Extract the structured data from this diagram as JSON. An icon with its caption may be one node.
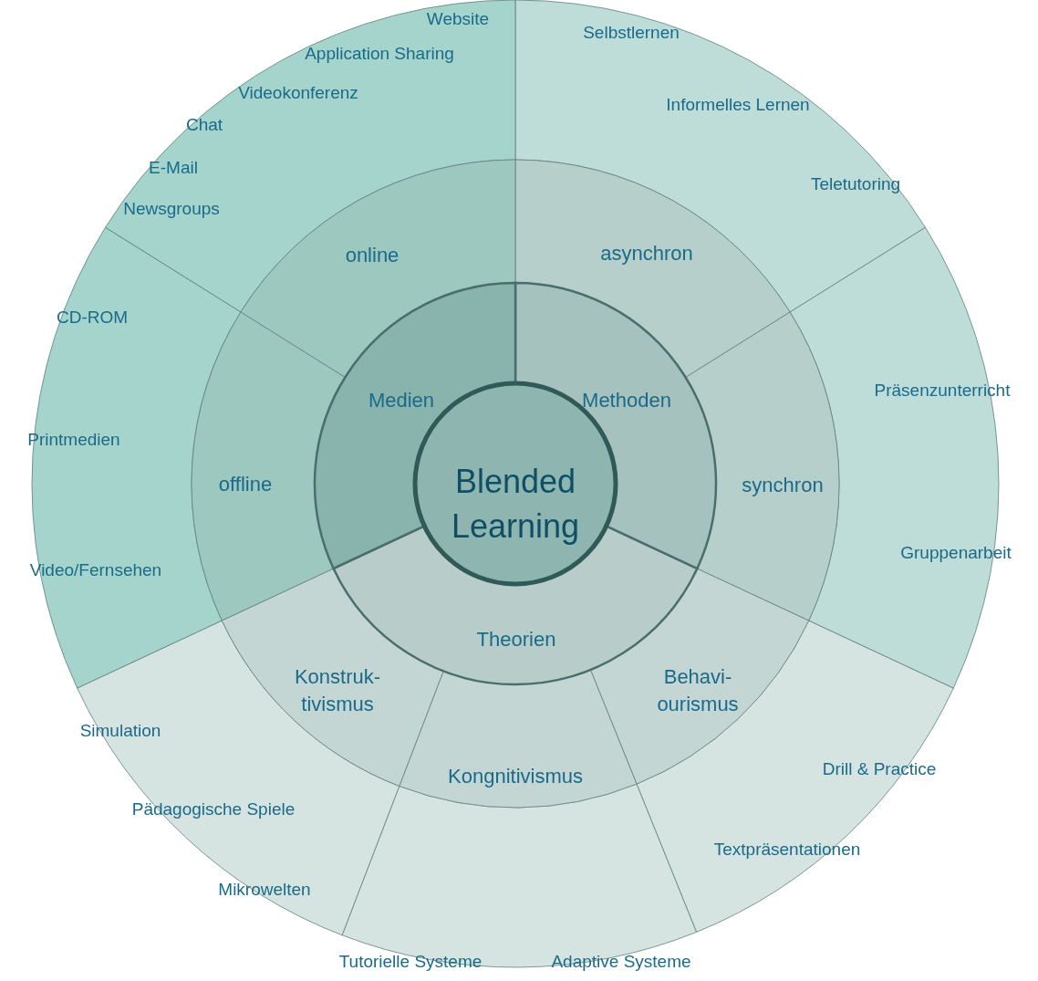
{
  "diagram": {
    "nodes": [
      {
        "text": [
          "Blended Learning"
        ]
      },
      {
        "text": [
          "Medien"
        ]
      },
      {
        "text": [
          "Methoden"
        ]
      },
      {
        "text": [
          "Theorien"
        ]
      },
      {
        "text": [
          "online"
        ]
      },
      {
        "text": [
          "offline"
        ]
      },
      {
        "text": [
          "asynchron"
        ]
      },
      {
        "text": [
          "synchron"
        ]
      },
      {
        "text": [
          "Konstruk- tivismus"
        ]
      },
      {
        "text": [
          "Kongnitivismus"
        ]
      },
      {
        "text": [
          "Behavi- ourismus"
        ]
      },
      {
        "text": [
          "Website",
          "Application Sharing",
          "Videokonferenz",
          "Chat",
          "E-Mail",
          "Newsgroups"
        ]
      },
      {
        "text": [
          "CD-ROM",
          "Printmedien",
          "Video/Fernsehen"
        ]
      },
      {
        "text": [
          "Selbstlernen",
          "Informelles Lernen",
          "Teletutoring"
        ]
      },
      {
        "text": [
          "Präsenzunterricht",
          "Gruppenarbeit"
        ]
      },
      {
        "text": [
          "Simulation",
          "Pädagogische Spiele",
          "Mikrowelten"
        ]
      },
      {
        "text": [
          "Tutorielle Systeme",
          "Adaptive Systeme"
        ]
      },
      {
        "text": [
          "Drill & Practice",
          "Textpräsentationen"
        ]
      }
    ]
  }
}
